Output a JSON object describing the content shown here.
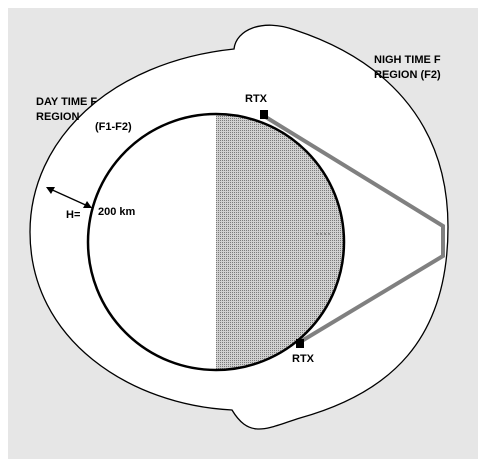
{
  "labels": {
    "day_line1": "DAY TIME F",
    "day_line2": "REGION",
    "day_sub": "(F1-F2)",
    "night_line1": "NIGH TIME F",
    "night_line2": "REGION  (F2)",
    "rtx_top": "RTX",
    "rtx_bottom": "RTX",
    "height_label": "H=",
    "height_value": "200 km"
  },
  "colors": {
    "background": "#e6e6e6",
    "frame": "#ffffff",
    "earth_day": "#ffffff",
    "earth_night": "#b8b8b8",
    "ray": "#808080",
    "outline": "#000000"
  }
}
